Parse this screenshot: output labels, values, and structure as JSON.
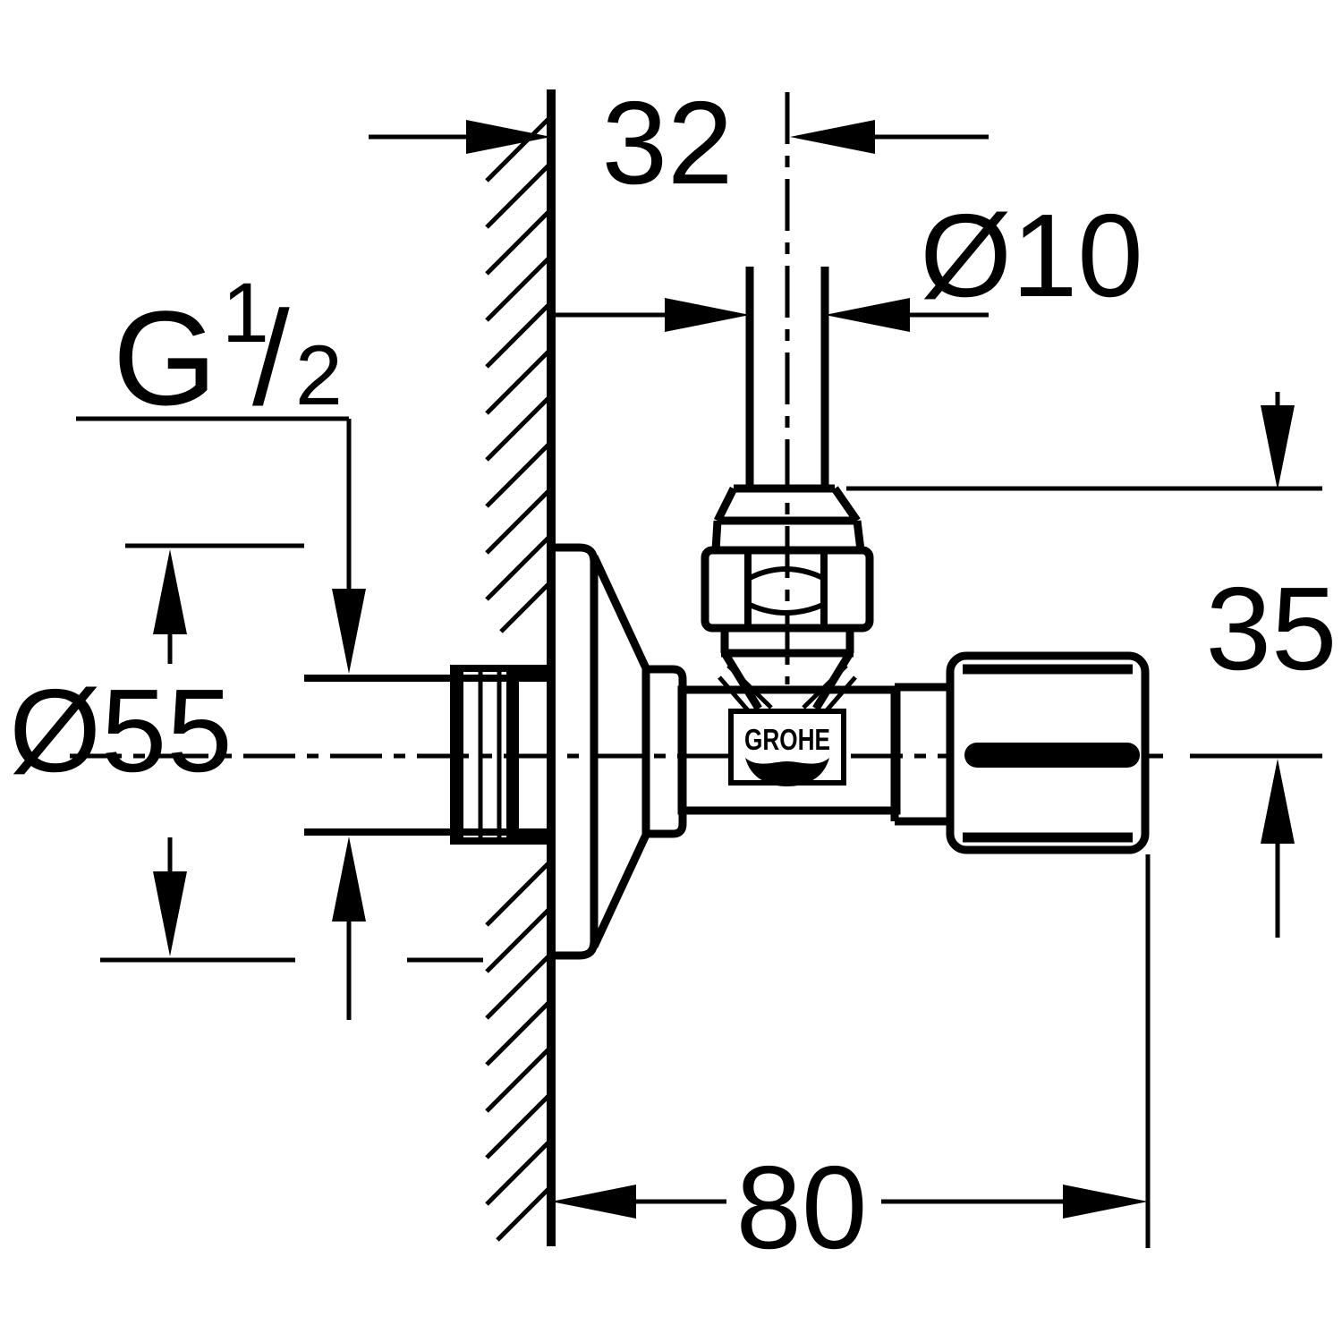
{
  "drawing": {
    "type": "technical-dimension-drawing",
    "product": "angle valve side view on wall section",
    "background_color": "#ffffff",
    "line_color": "#000000",
    "brand": "GROHE",
    "labels": {
      "dim_wall_to_pipe_center": "32",
      "dim_pipe_diameter": "Ø10",
      "dim_escutcheon_diameter": "Ø55",
      "dim_center_to_connection": "35",
      "dim_wall_to_knob": "80",
      "thread_prefix": "G",
      "thread_numerator": "1",
      "thread_slash": "/",
      "thread_denominator": "2"
    }
  }
}
